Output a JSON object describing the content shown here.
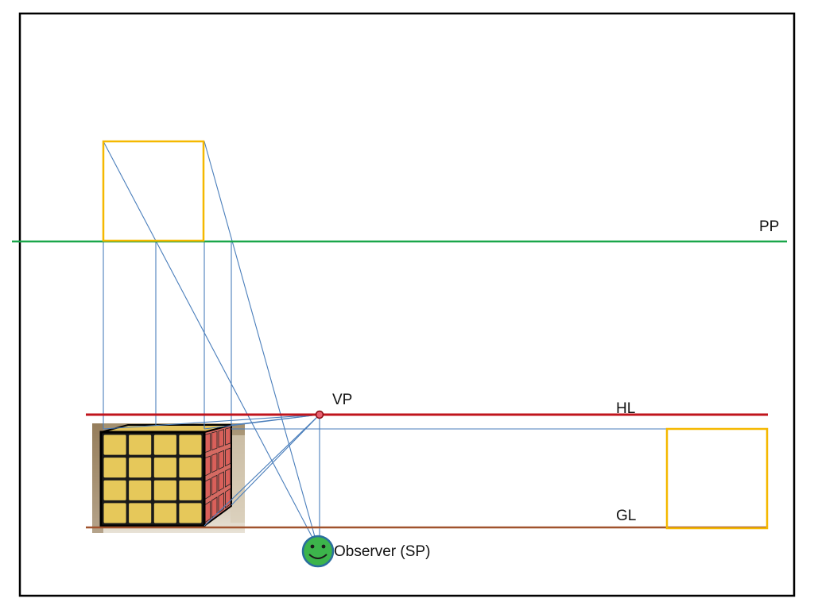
{
  "labels": {
    "pp": "PP",
    "vp": "VP",
    "hl": "HL",
    "gl": "GL",
    "observer": "Observer (SP)"
  },
  "icons": {
    "observer": "smiley-face-icon",
    "cube": "rubiks-cube-icon"
  },
  "colors": {
    "frame": "#000000",
    "picture_plane": "#1aa64a",
    "horizon_line": "#c0141c",
    "ground_line": "#a0522d",
    "projectors": "#4a7ebb",
    "square_outline": "#f5b800",
    "observer_face": "#3cb44b",
    "cube_stickers": "#e6c85a",
    "cube_side": "#d9605a"
  }
}
